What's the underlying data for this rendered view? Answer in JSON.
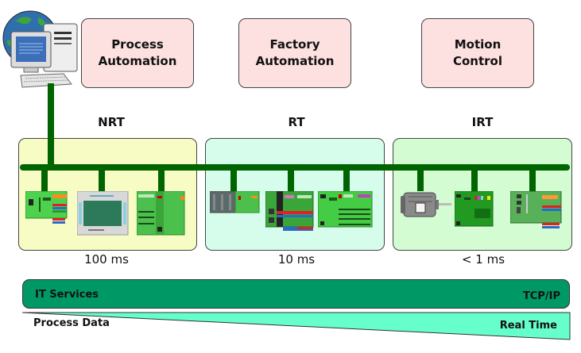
{
  "applications": [
    {
      "label": "Process\nAutomation"
    },
    {
      "label": "Factory\nAutomation"
    },
    {
      "label": "Motion\nControl"
    }
  ],
  "classes": [
    {
      "label": "NRT",
      "cycle": "100 ms",
      "fill": "#f6fcc4",
      "devices": [
        "io-controller",
        "touch-panel",
        "io-station"
      ]
    },
    {
      "label": "RT",
      "cycle": "10 ms",
      "fill": "#d6fdec",
      "devices": [
        "plc-rack",
        "io-block",
        "compact-controller"
      ]
    },
    {
      "label": "IRT",
      "cycle": "< 1 ms",
      "fill": "#d3fcd3",
      "devices": [
        "motor",
        "drive-controller",
        "io-module"
      ]
    }
  ],
  "bottom": {
    "it_services": "IT Services",
    "tcp_ip": "TCP/IP",
    "process_data": "Process Data",
    "real_time": "Real Time",
    "it_color": "#009966",
    "rt_color": "#66ffcc"
  },
  "colors": {
    "bus": "#006400",
    "app_box": "#fde0e0"
  }
}
